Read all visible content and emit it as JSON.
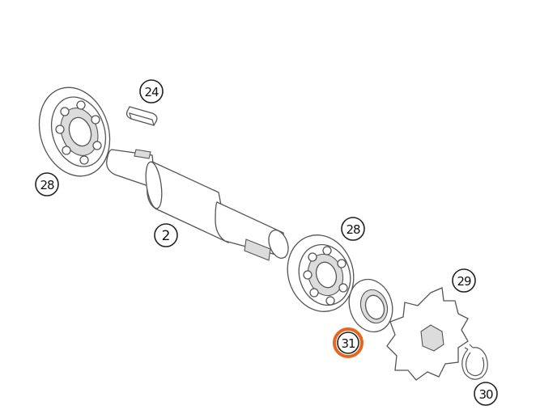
{
  "callouts": [
    {
      "id": "c24",
      "label": "24"
    },
    {
      "id": "c28a",
      "label": "28"
    },
    {
      "id": "c2",
      "label": "2"
    },
    {
      "id": "c28b",
      "label": "28"
    },
    {
      "id": "c29",
      "label": "29"
    },
    {
      "id": "c31",
      "label": "31",
      "highlighted": true
    },
    {
      "id": "c30",
      "label": "30"
    }
  ],
  "colors": {
    "highlight": "#e8661c",
    "line": "#555555",
    "shade": "#dcdcdc"
  }
}
